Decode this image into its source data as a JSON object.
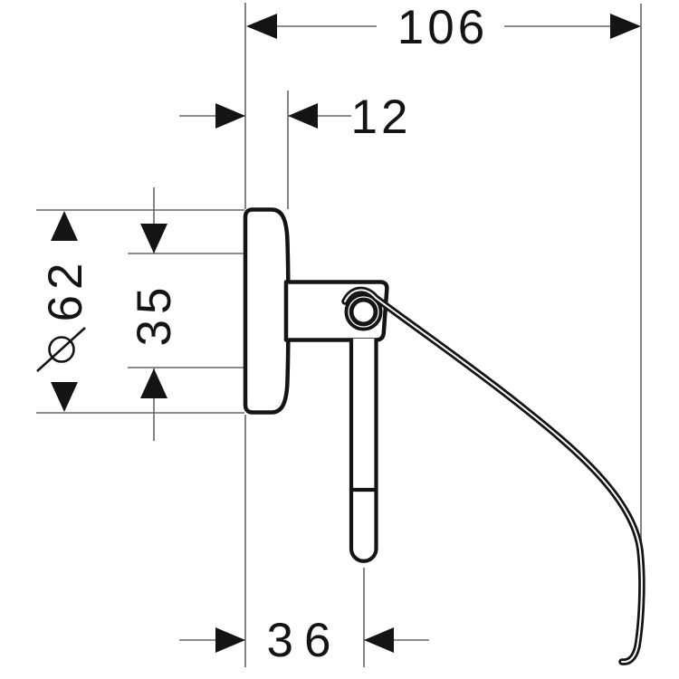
{
  "drawing": {
    "background_color": "#ffffff",
    "object_line_color": "#141414",
    "dimension_line_color": "#666666",
    "text_color": "#141414",
    "dimensions": {
      "overall_depth": "106",
      "plate_thickness": "12",
      "plate_diameter_symbol": "⌀",
      "plate_diameter": "62",
      "plate_to_rod_height": "35",
      "wall_to_rod_center": "36"
    }
  }
}
